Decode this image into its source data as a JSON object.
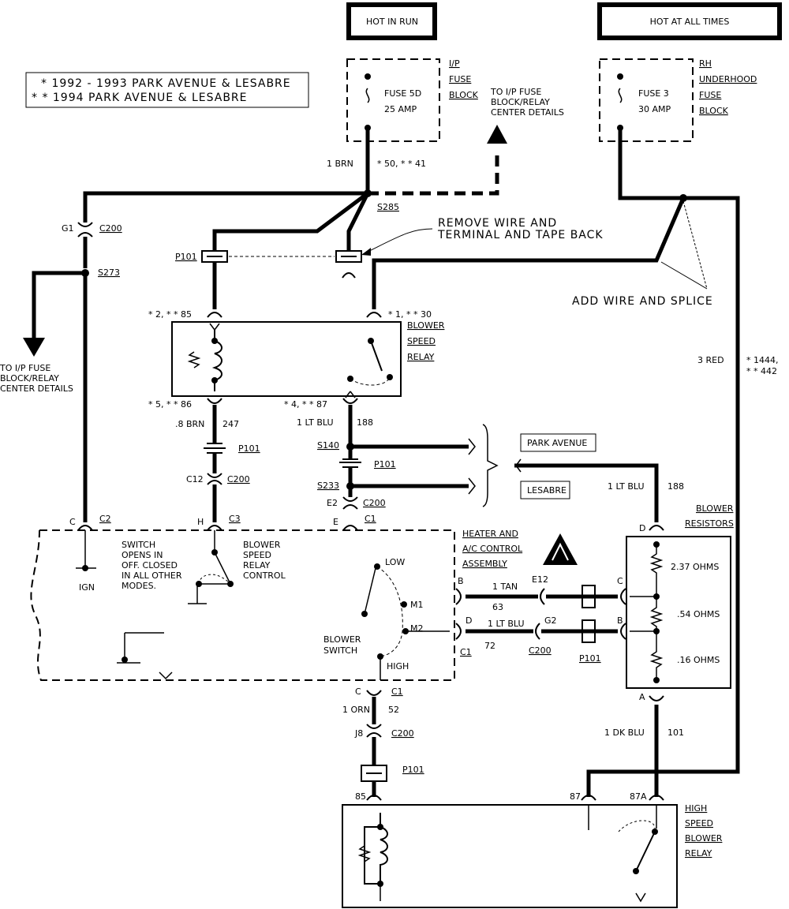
{
  "header": {
    "hot_in_run": "HOT IN RUN",
    "hot_at_all_times": "HOT AT ALL TIMES"
  },
  "legend": {
    "line1": "* 1992 - 1993 PARK AVENUE & LESABRE",
    "line2": "* * 1994 PARK AVENUE & LESABRE"
  },
  "fuse5d": {
    "name": "FUSE 5D",
    "rating": "25 AMP",
    "block_l1": "I/P",
    "block_l2": "FUSE",
    "block_l3": "BLOCK"
  },
  "fuse3": {
    "name": "FUSE 3",
    "rating": "30 AMP",
    "block_l1": "RH",
    "block_l2": "UNDERHOOD",
    "block_l3": "FUSE",
    "block_l4": "BLOCK"
  },
  "notes": {
    "to_ip_top_l1": "TO I/P FUSE",
    "to_ip_top_l2": "BLOCK/RELAY",
    "to_ip_top_l3": "CENTER DETAILS",
    "to_ip_left_l1": "TO I/P FUSE",
    "to_ip_left_l2": "BLOCK/RELAY",
    "to_ip_left_l3": "CENTER DETAILS",
    "remove_l1": "REMOVE WIRE AND",
    "remove_l2": "TERMINAL AND TAPE BACK",
    "add_splice": "ADD WIRE AND SPLICE",
    "switch_note_l1": "SWITCH",
    "switch_note_l2": "OPENS IN",
    "switch_note_l3": "OFF.  CLOSED",
    "switch_note_l4": "IN ALL OTHER",
    "switch_note_l5": "MODES."
  },
  "wires": {
    "brn_top": "1 BRN",
    "brn_top_ckt": "* 50, * * 41",
    "brn_8": ".8 BRN",
    "brn_8_ckt": "247",
    "ltblu_188a": "1 LT BLU",
    "ltblu_188a_ckt": "188",
    "ltblu_188b": "1 LT BLU",
    "ltblu_188b_ckt": "188",
    "red3": "3 RED",
    "red3_ckt_l1": "* 1444,",
    "red3_ckt_l2": "* * 442",
    "tan": "1 TAN",
    "tan_ckt": "63",
    "ltblu_72": "1 LT BLU",
    "ltblu_72_ckt": "72",
    "orn": "1 ORN",
    "orn_ckt": "52",
    "dkblu": "1 DK BLU",
    "dkblu_ckt": "101"
  },
  "labels": {
    "g1": "G1",
    "c200_g1": "C200",
    "s273": "S273",
    "s285": "S285",
    "p101_a": "P101",
    "p101_b": "P101",
    "p101_c": "P101",
    "p101_d": "P101",
    "p101_e": "P101",
    "pin_2_85": "* 2, * * 85",
    "pin_1_30": "* 1, * * 30",
    "pin_5_86": "* 5, * * 86",
    "pin_4_87": "* 4, * * 87",
    "blower_relay_l1": "BLOWER",
    "blower_relay_l2": "SPEED",
    "blower_relay_l3": "RELAY",
    "s140": "S140",
    "s233": "S233",
    "c12": "C12",
    "c200_c12": "C200",
    "e2": "E2",
    "c200_e2": "C200",
    "park_avenue": "PARK AVENUE",
    "lesabre": "LESABRE",
    "blower_res_l1": "BLOWER",
    "blower_res_l2": "RESISTORS",
    "pin_c": "C",
    "c2": "C2",
    "pin_h": "H",
    "c3": "C3",
    "pin_e": "E",
    "c1_top": "C1",
    "pin_d_res": "D",
    "res1": "2.37 OHMS",
    "res2": ".54 OHMS",
    "res3": ".16 OHMS",
    "ign": "IGN",
    "bsr_ctrl_l1": "BLOWER",
    "bsr_ctrl_l2": "SPEED",
    "bsr_ctrl_l3": "RELAY",
    "bsr_ctrl_l4": "CONTROL",
    "hvac_l1": "HEATER AND",
    "hvac_l2": "A/C CONTROL",
    "hvac_l3": "ASSEMBLY",
    "low": "LOW",
    "m1": "M1",
    "m2": "M2",
    "high": "HIGH",
    "blower_switch_l1": "BLOWER",
    "blower_switch_l2": "SWITCH",
    "pin_b_hvac": "B",
    "pin_d_hvac": "D",
    "c1_hvac": "C1",
    "e12": "E12",
    "g2": "G2",
    "c200_g2": "C200",
    "pin_c_res": "C",
    "pin_b_res": "B",
    "pin_c_bot": "C",
    "c1_bot": "C1",
    "j8": "J8",
    "c200_j8": "C200",
    "pin_a": "A",
    "pin_85": "85",
    "pin_87": "87",
    "pin_87a": "87A",
    "hsbr_l1": "HIGH",
    "hsbr_l2": "SPEED",
    "hsbr_l3": "BLOWER",
    "hsbr_l4": "RELAY"
  }
}
